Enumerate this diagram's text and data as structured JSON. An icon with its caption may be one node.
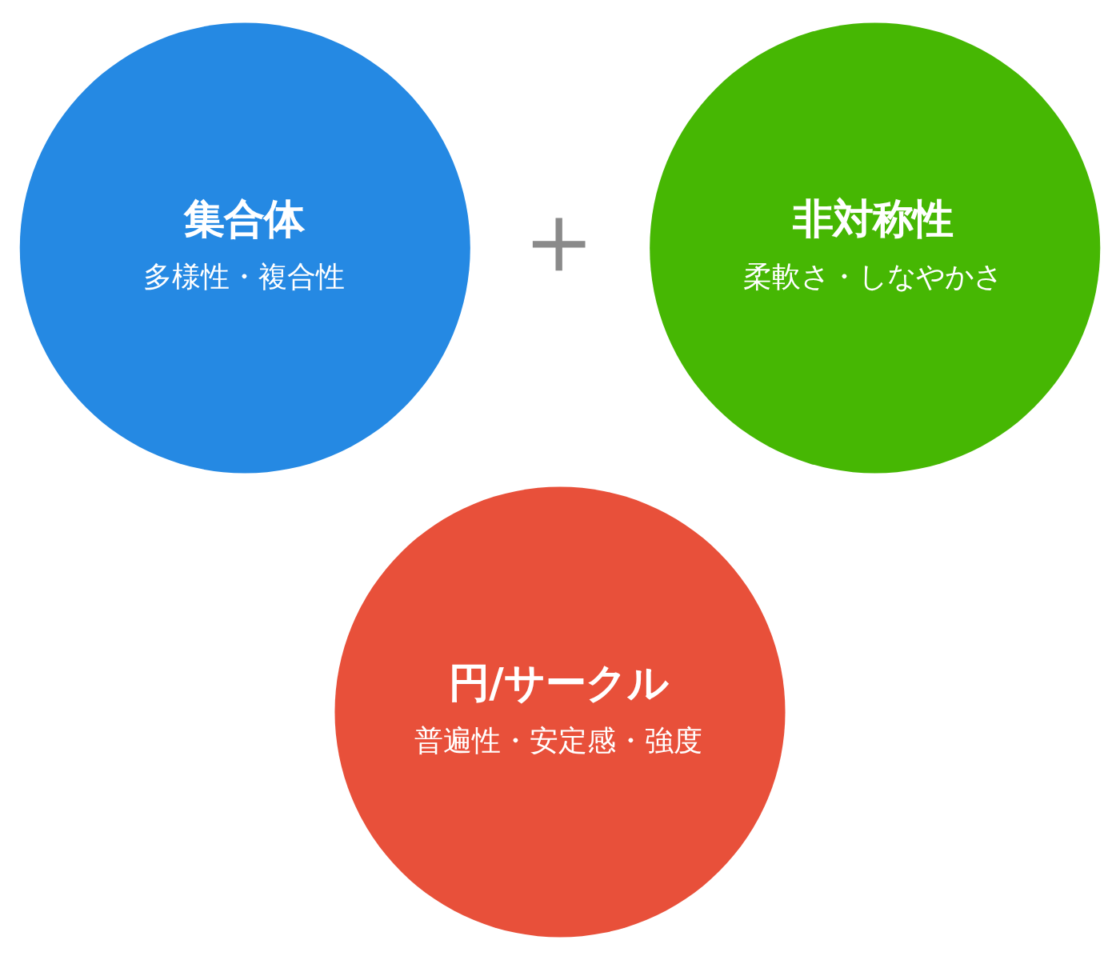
{
  "diagram": {
    "nodes": [
      {
        "text": [
          "集合体",
          "多様性・複合性"
        ]
      },
      {
        "text": [
          "非対称性",
          "柔軟さ・しなやかさ"
        ]
      },
      {
        "text": [
          "円/サークル",
          "普遍性・安定感・強度"
        ]
      }
    ],
    "labels": [
      "＋"
    ]
  }
}
